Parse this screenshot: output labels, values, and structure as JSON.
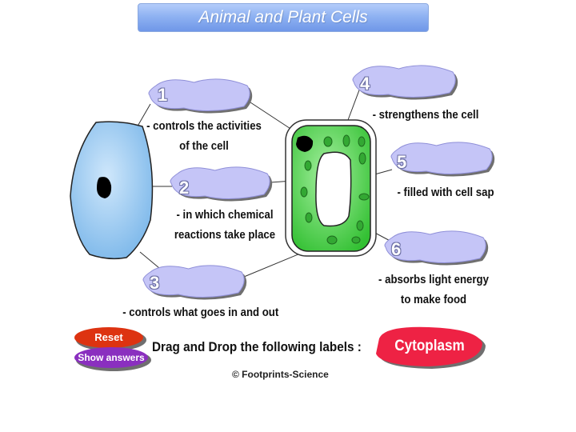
{
  "title": "Animal and Plant Cells",
  "slots": [
    {
      "number": "1",
      "desc": [
        "- controls the activities",
        "of the cell"
      ]
    },
    {
      "number": "2",
      "desc": [
        "- in which chemical",
        "reactions take place"
      ]
    },
    {
      "number": "3",
      "desc": [
        "- controls what goes in and out"
      ]
    },
    {
      "number": "4",
      "desc": [
        "- strengthens the cell"
      ]
    },
    {
      "number": "5",
      "desc": [
        "- filled with cell sap"
      ]
    },
    {
      "number": "6",
      "desc": [
        "- absorbs light energy",
        "to make food"
      ]
    }
  ],
  "buttons": {
    "reset": "Reset",
    "show_answers": "Show answers"
  },
  "instruction": "Drag and Drop the following labels :",
  "drag_label": "Cytoplasm",
  "copyright": "© Footprints-Science",
  "colors": {
    "slot_fill": "#c5c5f7",
    "slot_shadow": "#6f6f6f",
    "animal_cell": "#8ec3ee",
    "plant_cell": "#44cc44",
    "reset_button": "#dd3311",
    "show_answers_button": "#8a2fbf",
    "drag_label": "#ee2244"
  }
}
